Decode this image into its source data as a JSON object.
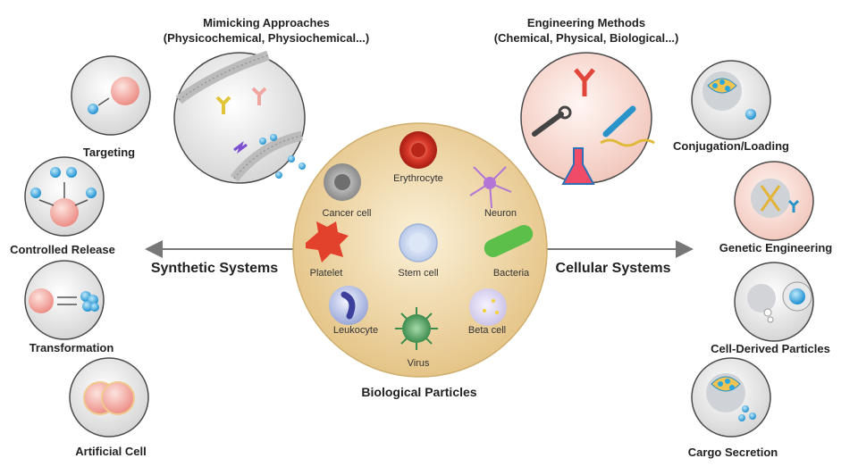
{
  "colors": {
    "arrow": "#777777",
    "hub_fill_center": "#f9eccd",
    "hub_fill_edge": "#e7c88d",
    "circle_stroke": "#4a4a4a",
    "pink": "#f2a9a0",
    "blue": "#2aa6df"
  },
  "top_left": {
    "title": "Mimicking Approaches",
    "subtitle": "(Physicochemical, Physiochemical...)"
  },
  "top_right": {
    "title": "Engineering Methods",
    "subtitle": "(Chemical, Physical, Biological...)"
  },
  "left_label": "Synthetic Systems",
  "right_label": "Cellular Systems",
  "center_label": "Biological Particles",
  "hub_cells": [
    {
      "label": "Erythrocyte",
      "icon": "erythrocyte-icon"
    },
    {
      "label": "Cancer cell",
      "icon": "cancer-cell-icon"
    },
    {
      "label": "Neuron",
      "icon": "neuron-icon"
    },
    {
      "label": "Platelet",
      "icon": "platelet-icon"
    },
    {
      "label": "Stem cell",
      "icon": "stem-cell-icon"
    },
    {
      "label": "Bacteria",
      "icon": "bacteria-icon"
    },
    {
      "label": "Leukocyte",
      "icon": "leukocyte-icon"
    },
    {
      "label": "Virus",
      "icon": "virus-icon"
    },
    {
      "label": "Beta cell",
      "icon": "beta-cell-icon"
    }
  ],
  "left_items": [
    {
      "label": "Targeting",
      "icon": "targeting-icon"
    },
    {
      "label": "Controlled Release",
      "icon": "controlled-release-icon"
    },
    {
      "label": "Transformation",
      "icon": "transformation-icon"
    },
    {
      "label": "Artificial Cell",
      "icon": "artificial-cell-icon"
    }
  ],
  "right_items": [
    {
      "label": "Conjugation/Loading",
      "icon": "conjugation-icon"
    },
    {
      "label": "Genetic Engineering",
      "icon": "genetic-engineering-icon"
    },
    {
      "label": "Cell-Derived Particles",
      "icon": "cell-derived-particles-icon"
    },
    {
      "label": "Cargo Secretion",
      "icon": "cargo-secretion-icon"
    }
  ]
}
